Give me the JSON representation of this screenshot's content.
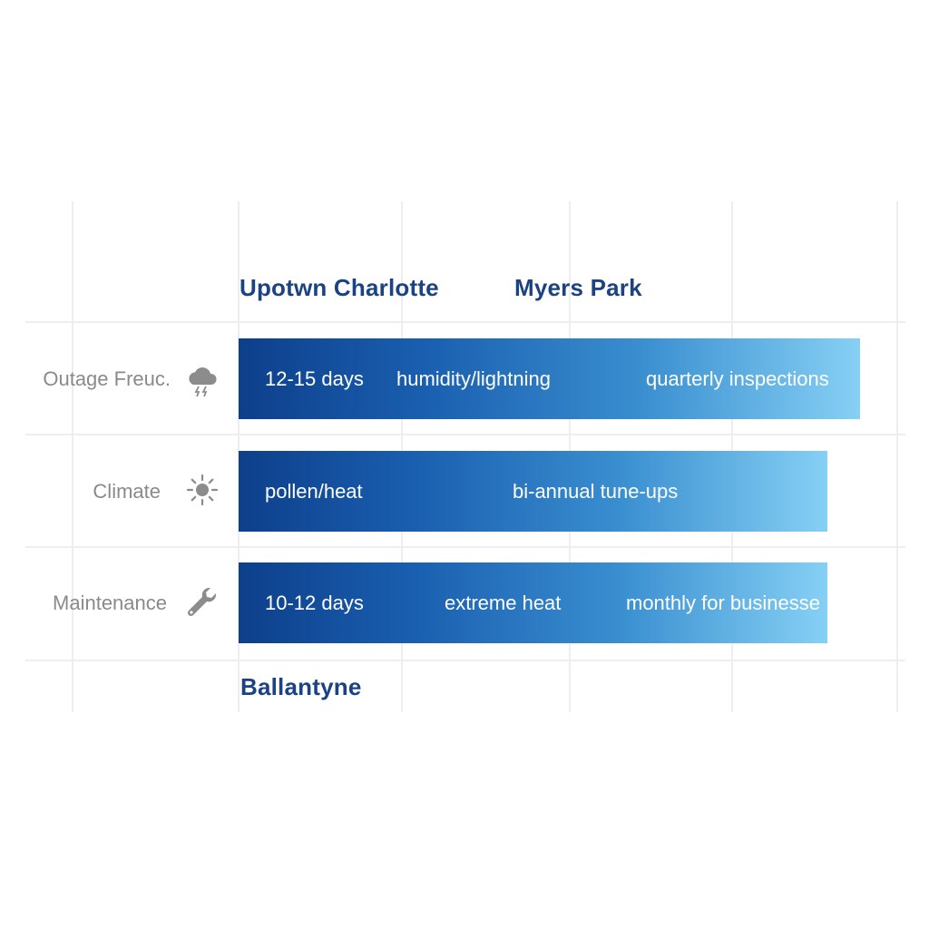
{
  "columns": {
    "uptown": "Upotwn Charlotte",
    "myers": "Myers Park",
    "ballantyne": "Ballantyne"
  },
  "rows": [
    {
      "label": "Outage Freuc.",
      "icon": "storm-cloud-icon",
      "cells": [
        "12-15 days",
        "humidity/lightning",
        "quarterly inspections"
      ]
    },
    {
      "label": "Climate",
      "icon": "sun-icon",
      "cells": [
        "pollen/heat",
        "bi-annual tune-ups"
      ]
    },
    {
      "label": "Maintenance",
      "icon": "wrench-icon",
      "cells": [
        "10-12 days",
        "extreme heat",
        "monthly for businesse"
      ]
    }
  ],
  "colors": {
    "header": "#1b4384",
    "bar_start": "#0d3f8a",
    "bar_end": "#86d0f5",
    "label": "#8a8a8a"
  }
}
